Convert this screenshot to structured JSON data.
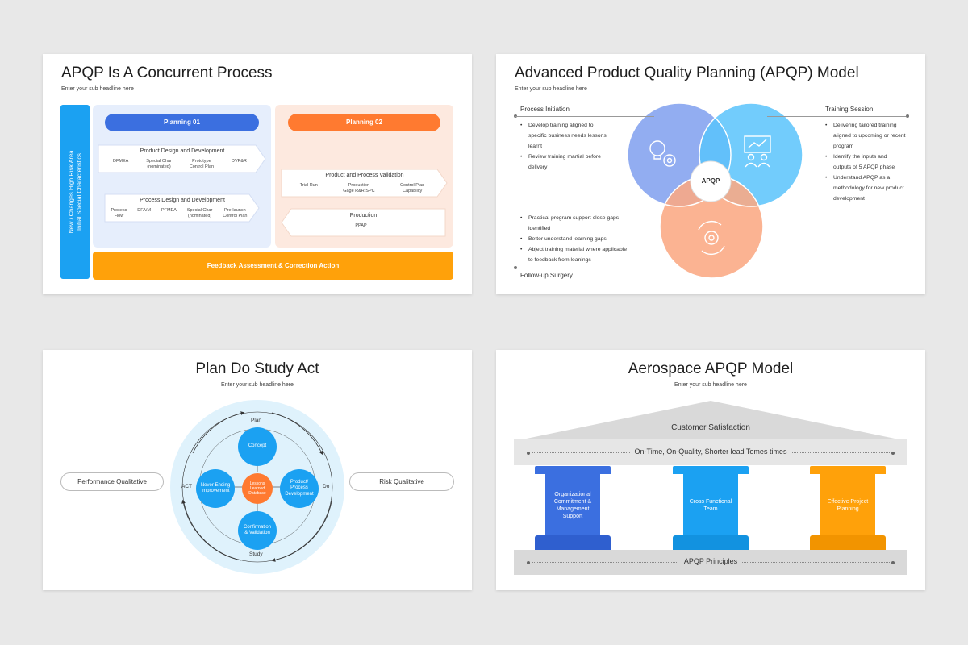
{
  "slide1": {
    "title": "APQP Is A Concurrent Process",
    "subtitle": "Enter your sub headline here",
    "side_bar": "New / Changes High Risk Area\nInitial Special Characteristics",
    "planning1": {
      "label": "Planning 01",
      "blocks": [
        {
          "title": "Product Design and Development",
          "items": [
            "DFMEA",
            "Special Char\n(nominated)",
            "Prototype\nControl Plan",
            "DVP&R"
          ]
        },
        {
          "title": "Process Design and Development",
          "items": [
            "Process\nFlow",
            "DFA/M",
            "PFMEA",
            "Special Char\n(nominated)",
            "Pre-launch\nControl Plan"
          ]
        }
      ]
    },
    "planning2": {
      "label": "Planning 02",
      "blocks": [
        {
          "title": "Product and Process Validation",
          "items": [
            "Trial Run",
            "Production\nGage R&R SPC",
            "Control Plan\nCapability"
          ]
        },
        {
          "title": "Production",
          "items": [
            "PPAP"
          ]
        }
      ]
    },
    "feedback": "Feedback Assessment & Correction Action",
    "colors": {
      "blue_bar": "#1ba1f2",
      "pill_blue": "#3b6fe0",
      "pill_orange": "#ff7a30",
      "feedback": "#ffa10a"
    }
  },
  "slide2": {
    "title": "Advanced Product Quality Planning (APQP) Model",
    "subtitle": "Enter your sub headline here",
    "center_label": "APQP",
    "sections": {
      "process_initiation": {
        "label": "Process Initiation",
        "bullets": [
          "Develop training aligned to specific business needs lessons learnt",
          "Review training martial before delivery"
        ]
      },
      "training_session": {
        "label": "Training Session",
        "bullets": [
          "Delivering tailored training aligned to upcoming or recent program",
          "Identify the inputs and outputs of 5 APQP phase",
          "Understand APQP as a methodology for new product development"
        ]
      },
      "followup": {
        "label": "Follow-up Surgery",
        "bullets": [
          "Practical program support close gaps identified",
          "Better understand learning gaps",
          "Abject training material where applicable to feedback from leanings"
        ]
      }
    },
    "icons": [
      "lightbulb-gear-icon",
      "presentation-icon",
      "gear-cycle-icon"
    ],
    "colors": {
      "circle_blue": "#7f9fef",
      "circle_cyan": "#59c3fb",
      "circle_orange": "#fba883"
    }
  },
  "slide3": {
    "title": "Plan Do Study Act",
    "subtitle": "Enter your sub headline here",
    "left_pill": "Performance Qualitative",
    "right_pill": "Risk Qualitative",
    "cycle": {
      "plan": "Plan",
      "do": "Do",
      "study": "Study",
      "act": "ACT"
    },
    "nodes": {
      "top": "Concept",
      "right": "Product/\nProcess\nDevelopment",
      "bottom": "Confirmation\n& Validation",
      "left": "Never Ending\nImprovement",
      "center": "Lessons\nLearned\nDatabase"
    },
    "colors": {
      "node_blue": "#1ba1f2",
      "center_orange": "#ff7a30",
      "ring": "#dff2fc"
    }
  },
  "slide4": {
    "title": "Aerospace APQP Model",
    "subtitle": "Enter your sub headline here",
    "roof": "Customer Satisfaction",
    "beam": "On-Time, On-Quality, Shorter lead Tomes times",
    "base": "APQP Principles",
    "columns": [
      {
        "label": "Organizational\nCommitment &\nManagement\nSupport",
        "color": "#3b6fe0"
      },
      {
        "label": "Cross Functional\nTeam",
        "color": "#1ba1f2"
      },
      {
        "label": "Effective Project\nPlanning",
        "color": "#ffa10a"
      }
    ]
  }
}
